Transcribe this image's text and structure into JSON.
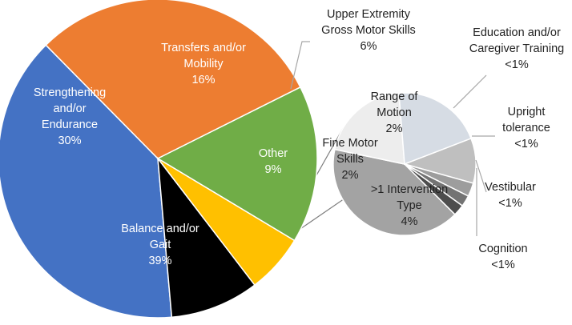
{
  "chart_data": [
    {
      "type": "pie",
      "slices": [
        {
          "label": [
            "Balance and/or",
            "Gait",
            "39%"
          ],
          "value": 39,
          "color": "#4472C4",
          "text_color": "#ffffff"
        },
        {
          "label": [
            "Strengthening",
            "and/or",
            "Endurance",
            "30%"
          ],
          "value": 30,
          "color": "#ED7D31",
          "text_color": "#ffffff"
        },
        {
          "label": [
            "Transfers and/or",
            "Mobility",
            "16%"
          ],
          "value": 16,
          "color": "#70AD47",
          "text_color": "#ffffff"
        },
        {
          "label": [
            "Upper Extremity",
            "Gross Motor Skills",
            "6%"
          ],
          "value": 6,
          "color": "#FFC000",
          "text_color": "#222222"
        },
        {
          "label": [
            "Other",
            "9%"
          ],
          "value": 9,
          "color": "#000000",
          "text_color": "#ffffff"
        }
      ]
    },
    {
      "type": "pie",
      "slices": [
        {
          "label": [
            ">1 Intervention",
            "Type",
            "4%"
          ],
          "value": 4,
          "color": "#a3a3a3",
          "text_color": "#222222"
        },
        {
          "label": [
            "Fine Motor",
            "Skills",
            "2%"
          ],
          "value": 2,
          "color": "#ededed",
          "text_color": "#222222"
        },
        {
          "label": [
            "Range of",
            "Motion",
            "2%"
          ],
          "value": 2,
          "color": "#d6dce4",
          "text_color": "#222222"
        },
        {
          "label": [
            "Education and/or",
            "Caregiver Training",
            "<1%"
          ],
          "value": 1,
          "color": "#bfbfbf",
          "text_color": "#222222"
        },
        {
          "label": [
            "Upright",
            "tolerance",
            "<1%"
          ],
          "value": 0.3,
          "color": "#9d9d9d",
          "text_color": "#222222"
        },
        {
          "label": [
            "Vestibular",
            "<1%"
          ],
          "value": 0.25,
          "color": "#737373",
          "text_color": "#222222"
        },
        {
          "label": [
            "Cognition",
            "<1%"
          ],
          "value": 0.25,
          "color": "#4d4d4d",
          "text_color": "#222222"
        }
      ]
    }
  ]
}
